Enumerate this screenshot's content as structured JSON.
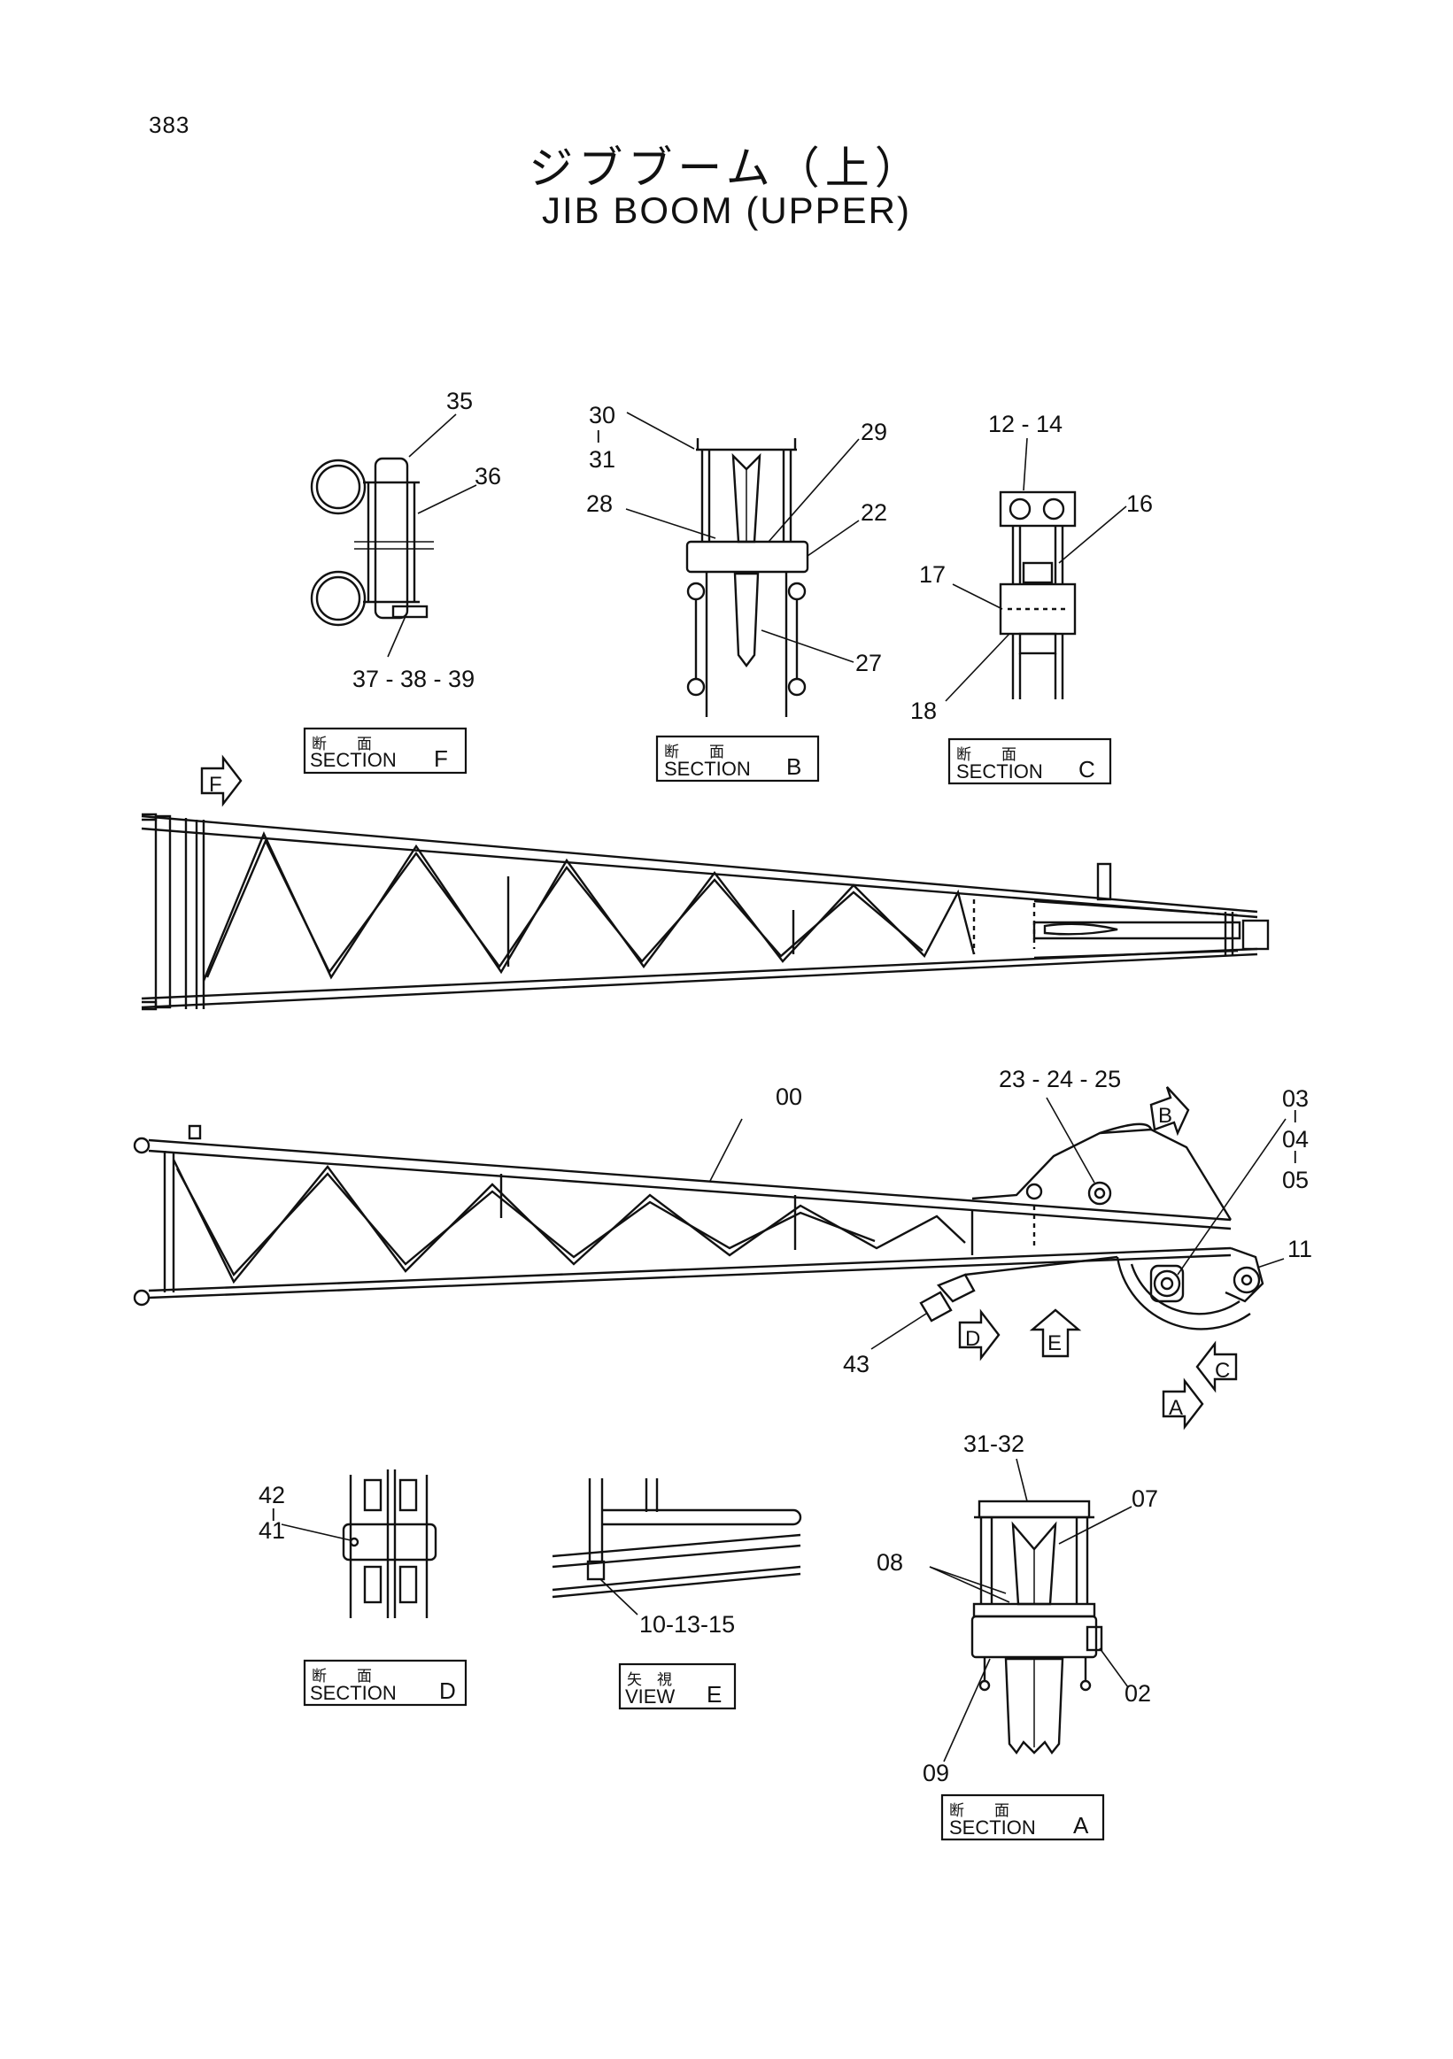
{
  "page_number": "383",
  "title_jp": "ジブブーム（上）",
  "title_en": "JIB BOOM (UPPER)",
  "sections": {
    "F": {
      "jp": "断　　面",
      "en": "SECTION",
      "letter": "F"
    },
    "B": {
      "jp": "断　　面",
      "en": "SECTION",
      "letter": "B"
    },
    "C": {
      "jp": "断　　面",
      "en": "SECTION",
      "letter": "C"
    },
    "D": {
      "jp": "断　　面",
      "en": "SECTION",
      "letter": "D"
    },
    "E": {
      "jp": "矢　視",
      "en": "VIEW",
      "letter": "E"
    },
    "A": {
      "jp": "断　　面",
      "en": "SECTION",
      "letter": "A"
    }
  },
  "callouts": {
    "sec_f": [
      "35",
      "36",
      "37 - 38 - 39"
    ],
    "sec_b": [
      "30",
      "31",
      "29",
      "28",
      "22",
      "27"
    ],
    "sec_c": [
      "12 - 14",
      "16",
      "17",
      "18"
    ],
    "side": [
      "00",
      "23 - 24 - 25",
      "03",
      "04",
      "05",
      "11",
      "43"
    ],
    "sec_d": [
      "42",
      "41"
    ],
    "view_e": [
      "10-13-15"
    ],
    "sec_a": [
      "31-32",
      "07",
      "08",
      "02",
      "09"
    ]
  },
  "arrows": [
    "F",
    "B",
    "D",
    "E",
    "C",
    "A"
  ]
}
